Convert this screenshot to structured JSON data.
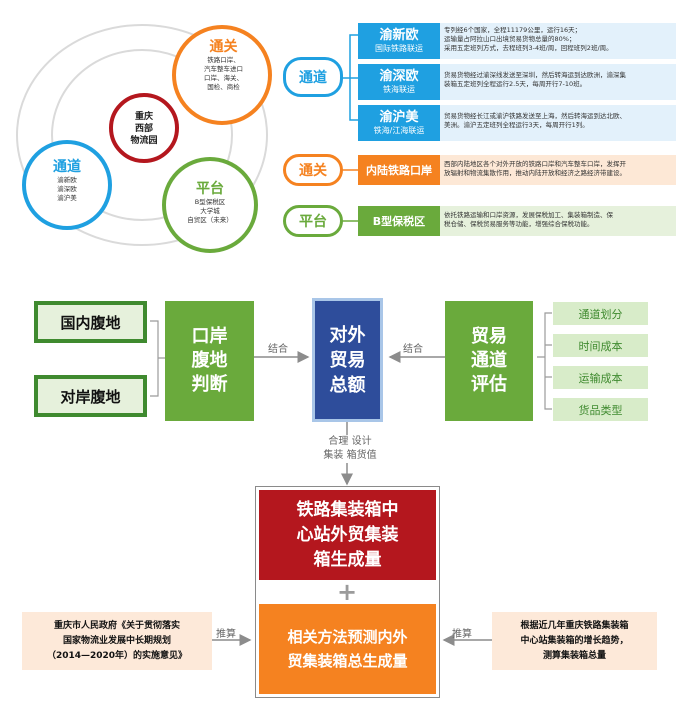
{
  "colors": {
    "blue": "#1fa0e1",
    "orange": "#f58220",
    "green": "#6aaa3c",
    "red": "#b4171e",
    "navy": "#2e4d9b",
    "dark_green": "#3f8a2f",
    "gray": "#9b9b9b"
  },
  "venn": {
    "center": [
      "重庆",
      "西部",
      "物流园"
    ],
    "tonguan": {
      "title": "通关",
      "lines": [
        "铁路口岸、",
        "汽车整车进口",
        "口岸、海关、",
        "国检、商检"
      ]
    },
    "tongdao": {
      "title": "通道",
      "lines": [
        "渝新欧",
        "渝深欧",
        "渝沪美"
      ]
    },
    "pingtai": {
      "title": "平台",
      "lines": [
        "B型保税区",
        "大学城",
        "自贸区（未来）"
      ]
    }
  },
  "right_table": {
    "tongdao_label": "通道",
    "tonguan_label": "通关",
    "pingtai_label": "平台",
    "rows": [
      {
        "title": "渝新欧",
        "sub": "国际铁路联运",
        "desc": [
          "专列经6个国家，全程11179公里，运行16天；",
          "运输量占阿拉山口出境贸易货物总量的80%；",
          "采用五定班列方式，去程班列3-4班/周，回程班列2班/周。"
        ]
      },
      {
        "title": "渝深欧",
        "sub": "铁海联运",
        "desc": [
          "货易货物经过渝深线发送至深圳，然后转海运到达欧洲，渝深集",
          "装箱五定班列全程运行2.5天，每周开行7-10班。"
        ]
      },
      {
        "title": "渝沪美",
        "sub": "铁海/江海联运",
        "desc": [
          "贸易货物经长江或渝沪铁路发送至上海，然后转海运到达北欧、",
          "美洲。渝沪五定班列全程运行3天，每周开行1列。"
        ]
      },
      {
        "title": "内陆铁路口岸",
        "sub": "",
        "desc": [
          "西部内陆地区各个对外开放的铁路口岸和汽车整车口岸，发挥开",
          "放辐射和物流集散作用，推动内陆开放和经济之路经济带建设。"
        ]
      },
      {
        "title": "B型保税区",
        "sub": "",
        "desc": [
          "依托铁路运输和口岸资源，发展保税加工、集装箱制造、保",
          "税仓储、保税贸易服务等功能，增强综合保税功能。"
        ]
      }
    ]
  },
  "flow": {
    "domestic": "国内腹地",
    "opposite": "对岸腹地",
    "port_judge": [
      "口岸",
      "腹地",
      "判断"
    ],
    "combine_left": "结合",
    "total": [
      "对外",
      "贸易",
      "总额"
    ],
    "combine_right": "结合",
    "eval": [
      "贸易",
      "通道",
      "评估"
    ],
    "factors": [
      "通道划分",
      "时间成本",
      "运输成本",
      "货品类型"
    ],
    "reasonable": [
      "合理 设计",
      "集装 箱货值"
    ],
    "result_red": [
      "铁路集装箱中",
      "心站外贸集装",
      "箱生成量"
    ],
    "plus": "+",
    "result_orange": [
      "相关方法预测内外",
      "贸集装箱总生成量"
    ],
    "push_left": "推算",
    "push_right": "推算",
    "left_note": [
      "重庆市人民政府《关于贯彻落实",
      "国家物流业发展中长期规划",
      "（2014—2020年）的实施意见》"
    ],
    "right_note": [
      "根据近几年重庆铁路集装箱",
      "中心站集装箱的增长趋势，",
      "测算集装箱总量"
    ]
  }
}
